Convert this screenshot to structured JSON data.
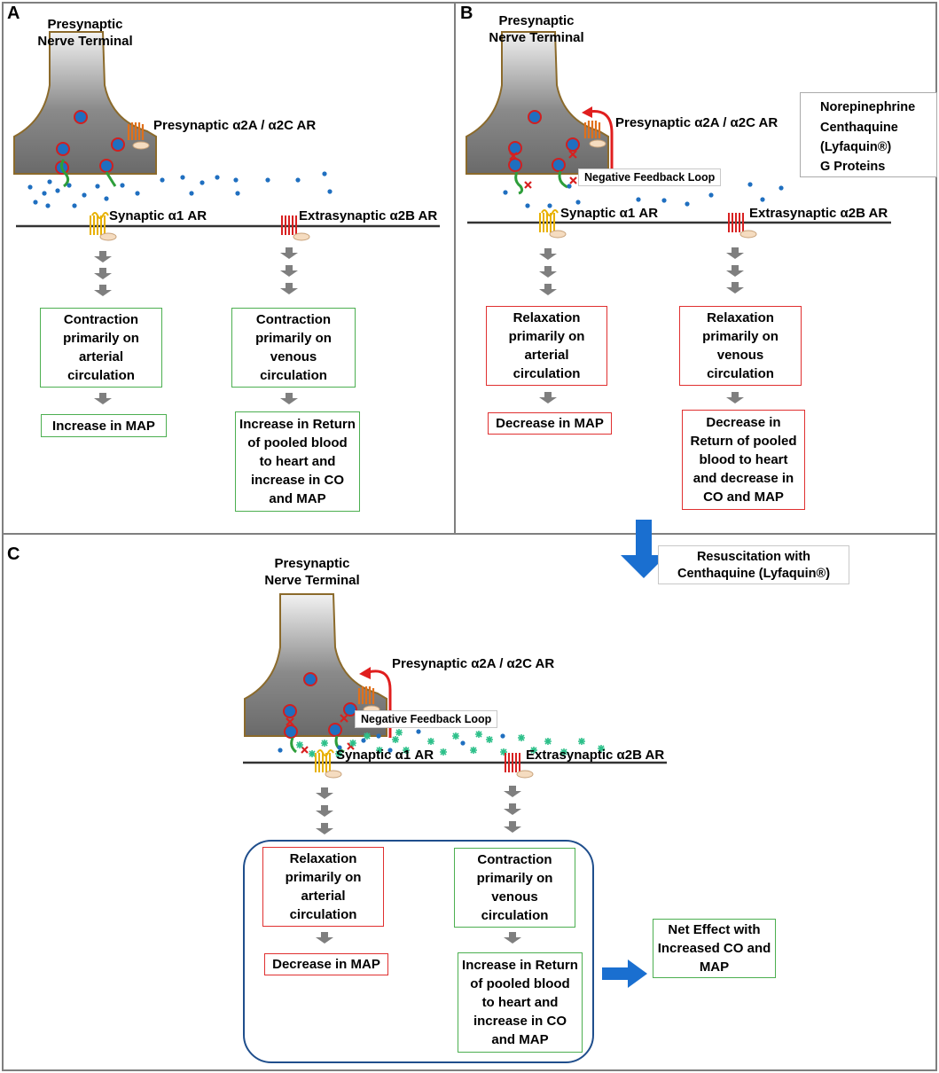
{
  "panel_a": {
    "letter": "A",
    "terminal_line1": "Presynaptic",
    "terminal_line2": "Nerve Terminal",
    "presynaptic_receptor": "Presynaptic α2A / α2C AR",
    "synaptic_receptor": "Synaptic α1 AR",
    "extrasynaptic_receptor": "Extrasynaptic α2B AR",
    "left_effect": "Contraction\nprimarily on\narterial\ncirculation",
    "left_result": "Increase in MAP",
    "right_effect": "Contraction\nprimarily on\nvenous\ncirculation",
    "right_result": "Increase in Return\nof pooled blood\nto heart and\nincrease in CO\nand MAP"
  },
  "panel_b": {
    "letter": "B",
    "terminal_line1": "Presynaptic",
    "terminal_line2": "Nerve Terminal",
    "presynaptic_receptor": "Presynaptic α2A / α2C AR",
    "feedback": "Negative Feedback Loop",
    "synaptic_receptor": "Synaptic α1 AR",
    "extrasynaptic_receptor": "Extrasynaptic α2B AR",
    "left_effect": "Relaxation\nprimarily on\narterial\ncirculation",
    "left_result": "Decrease in MAP",
    "right_effect": "Relaxation\nprimarily on\nvenous\ncirculation",
    "right_result": "Decrease in\nReturn of pooled\nblood to heart\nand decrease in\nCO and MAP"
  },
  "legend": {
    "norepinephrine": "Norepinephrine",
    "centhaquine_line1": "Centhaquine",
    "centhaquine_line2": "(Lyfaquin®)",
    "g_proteins": "G Proteins"
  },
  "transition": {
    "line1": "Resuscitation with",
    "line2": "Centhaquine (Lyfaquin®)"
  },
  "panel_c": {
    "letter": "C",
    "terminal_line1": "Presynaptic",
    "terminal_line2": "Nerve Terminal",
    "presynaptic_receptor": "Presynaptic α2A / α2C AR",
    "feedback": "Negative Feedback Loop",
    "synaptic_receptor": "Synaptic α1 AR",
    "extrasynaptic_receptor": "Extrasynaptic α2B AR",
    "left_effect": "Relaxation\nprimarily on\narterial\ncirculation",
    "left_result": "Decrease in MAP",
    "right_effect": "Contraction\nprimarily on\nvenous\ncirculation",
    "right_result": "Increase in Return\nof pooled blood\nto heart and\nincrease in CO\nand MAP",
    "net_effect": "Net Effect with\nIncreased CO and\nMAP"
  },
  "colors": {
    "terminal_fill": "#6f6f6f",
    "terminal_border": "#8b6a2b",
    "norepinephrine": "#1f6fc0",
    "centhaquine": "#2ec08a",
    "green_box": "#4caf50",
    "red_box": "#e03030",
    "arrow_gray": "#7f7f7f",
    "blue_arrow": "#1a6fd0",
    "rounded_border": "#1f4e8c"
  }
}
